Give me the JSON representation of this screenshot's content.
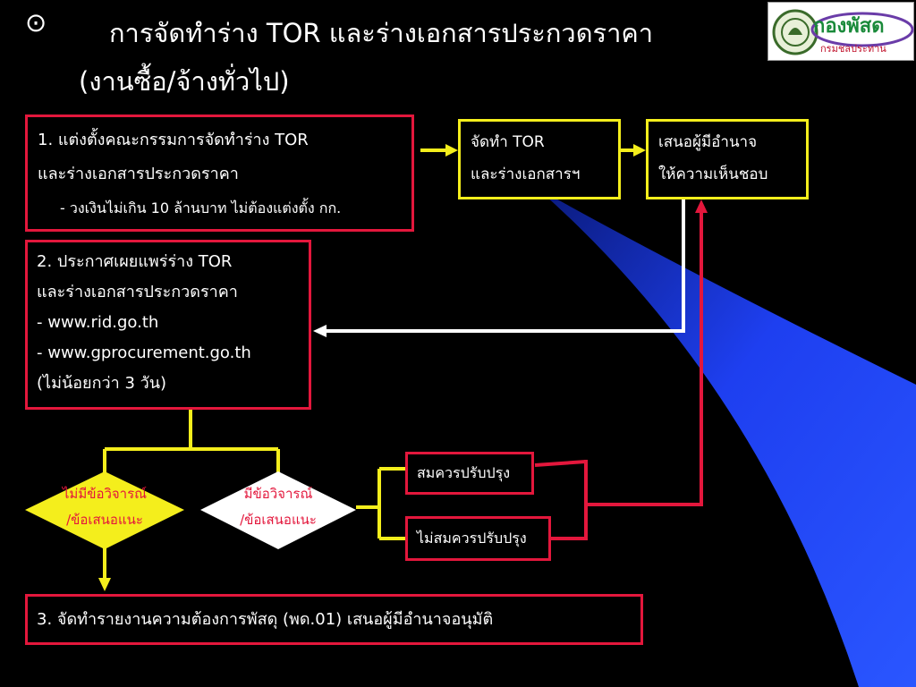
{
  "title": {
    "bullet": "⊙",
    "line1": "การจัดทำร่าง TOR และร่างเอกสารประกวดราคา",
    "line2": "(งานซื้อ/จ้างทั่วไป)"
  },
  "logo": {
    "text_top": "กองพัสด",
    "text_bottom": "กรมชลประทาน"
  },
  "step1": {
    "line1": "1. แต่งตั้งคณะกรรมการจัดทำร่าง TOR",
    "line2": "และร่างเอกสารประกวดราคา",
    "note": "- วงเงินไม่เกิน 10 ล้านบาท ไม่ต้องแต่งตั้ง กก."
  },
  "draft": {
    "line1": "จัดทำ TOR",
    "line2": "และร่างเอกสารฯ"
  },
  "approve": {
    "line1": "เสนอผู้มีอำนาจ",
    "line2": "ให้ความเห็นชอบ"
  },
  "step2": {
    "line1": "2. ประกาศเผยแพร่ร่าง TOR",
    "line2": "และร่างเอกสารประกวดราคา",
    "line3": "- www.rid.go.th",
    "line4": "- www.gprocurement.go.th",
    "line5": "(ไม่น้อยกว่า 3 วัน)"
  },
  "decision_no": {
    "line1": "ไม่มีข้อวิจารณ์",
    "line2": "/ข้อเสนอแนะ"
  },
  "decision_yes": {
    "line1": "มีข้อวิจารณ์",
    "line2": "/ข้อเสนอแนะ"
  },
  "improve": {
    "label": "สมควรปรับปรุง"
  },
  "no_improve": {
    "label": "ไม่สมควรปรับปรุง"
  },
  "step3": {
    "label": "3. จัดทำรายงานความต้องการพัสดุ (พด.01) เสนอผู้มีอำนาจอนุมัติ"
  },
  "colors": {
    "red": "#e3173c",
    "yellow": "#f4ee1c",
    "blue": "#1e3ff0",
    "white": "#ffffff"
  }
}
